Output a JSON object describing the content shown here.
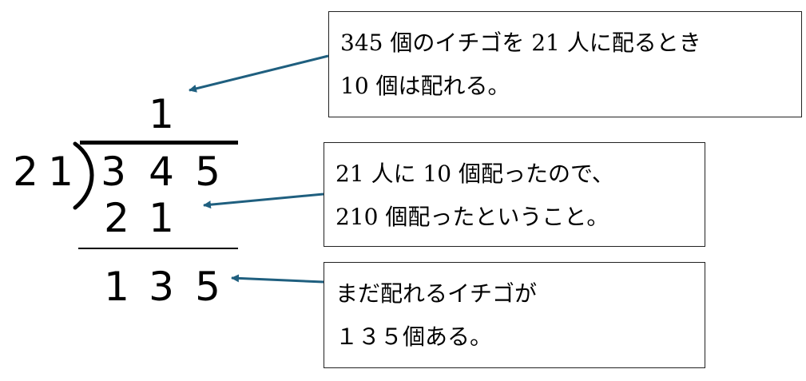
{
  "division": {
    "divisor": [
      "2",
      "1"
    ],
    "quotient": [
      "1"
    ],
    "dividend": [
      "3",
      "4",
      "5"
    ],
    "product": [
      "2",
      "1"
    ],
    "remainder": [
      "1",
      "3",
      "5"
    ]
  },
  "notes": [
    {
      "lines": [
        "345 個のイチゴを 21 人に配るとき",
        "10 個は配れる。"
      ]
    },
    {
      "lines": [
        "21 人に 10 個配ったので、",
        "210 個配ったということ。"
      ]
    },
    {
      "lines": [
        "まだ配れるイチゴが",
        "１３５個ある。"
      ]
    }
  ],
  "colors": {
    "arrow": "#1f5f7f",
    "text": "#000000"
  }
}
